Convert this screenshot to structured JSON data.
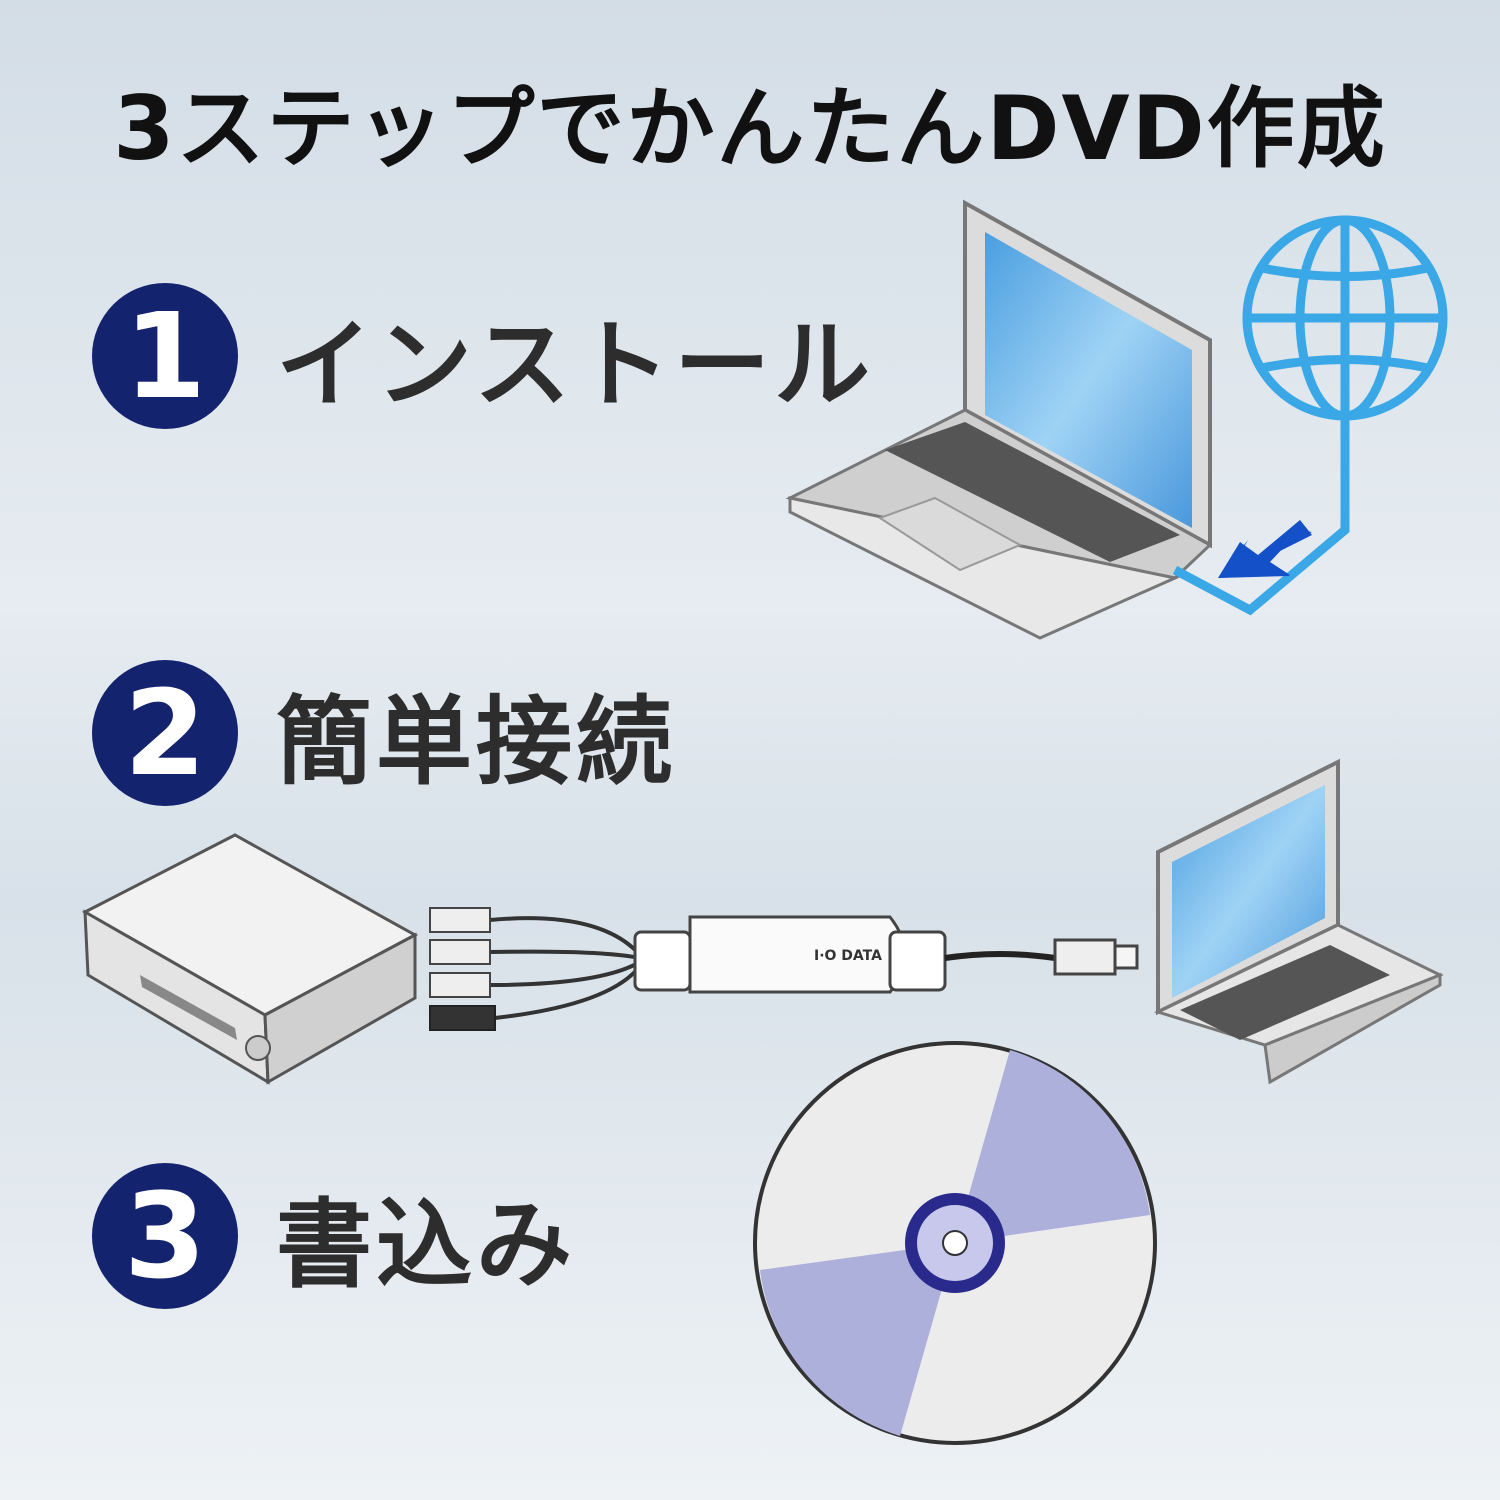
{
  "title": "3ステップでかんたんDVD作成",
  "steps": [
    {
      "number": "1",
      "label": "インストール"
    },
    {
      "number": "2",
      "label": "簡単接続"
    },
    {
      "number": "3",
      "label": "書込み"
    }
  ],
  "device": {
    "brand": "I·O DATA"
  },
  "colors": {
    "step_circle": "#13236e",
    "globe": "#3aa7e6",
    "arrow": "#1450c8",
    "disc_accent": "#aeb0dc",
    "disc_hub": "#2a2a8c"
  },
  "icons": [
    "laptop-icon",
    "globe-icon",
    "download-arrow-icon",
    "vcr-icon",
    "capture-cable-icon",
    "usb-plug-icon",
    "dvd-disc-icon"
  ]
}
